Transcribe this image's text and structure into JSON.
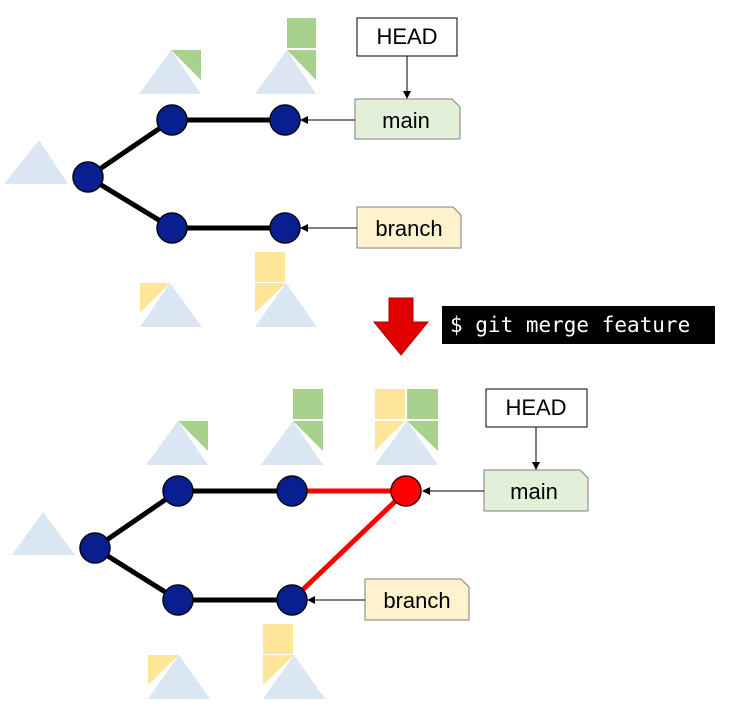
{
  "colors": {
    "commit": "#0a1f8f",
    "merge_commit": "#ff0000",
    "merge_edge": "#ff0000",
    "edge": "#000000",
    "house_base": "#dbe6f3",
    "green_piece": "#a9d18e",
    "yellow_piece": "#ffe699",
    "main_tag_fill": "#e2f0d9",
    "branch_tag_fill": "#fff2cc",
    "head_fill": "#ffffff",
    "arrow_red": "#e00000",
    "command_bg": "#000000"
  },
  "before": {
    "head_label": "HEAD",
    "main_label": "main",
    "branch_label": "branch"
  },
  "command": "$ git merge feature",
  "after": {
    "head_label": "HEAD",
    "main_label": "main",
    "branch_label": "branch"
  },
  "icons": {
    "file_snapshot": "house-icon",
    "transition": "red-down-arrow-icon"
  }
}
